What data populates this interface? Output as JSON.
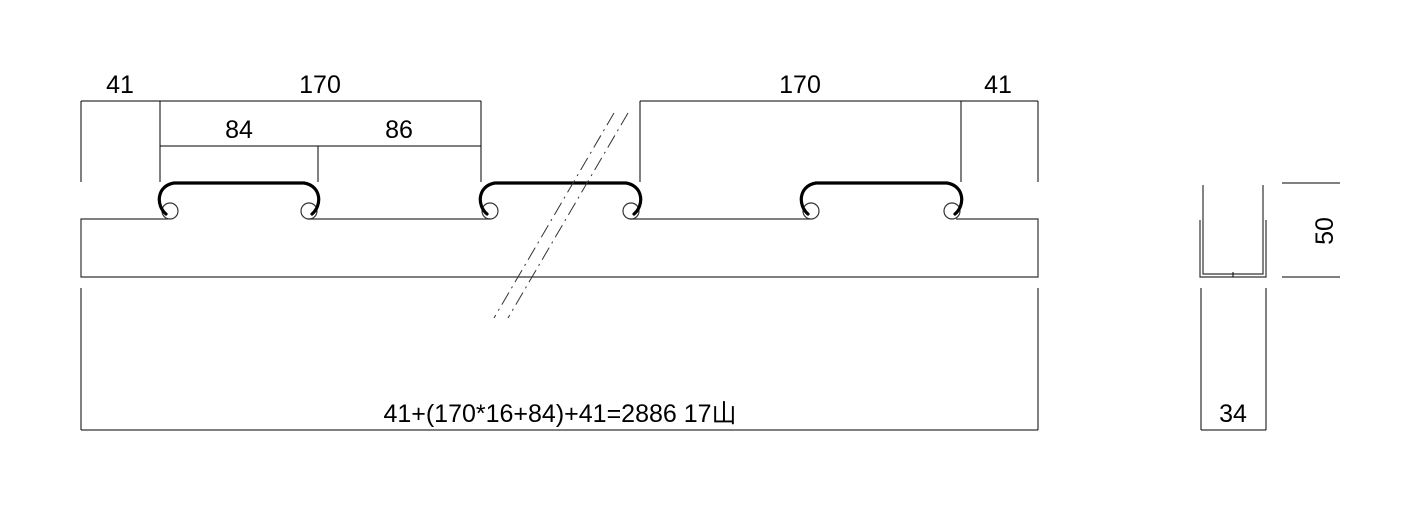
{
  "drawing": {
    "top_dimensions": {
      "left_edge": "41",
      "left_pitch": "170",
      "sub_left": "84",
      "sub_right": "86",
      "right_pitch": "170",
      "right_edge": "41"
    },
    "total_formula": "41+(170*16+84)+41=2886  17山",
    "section": {
      "height": "50",
      "width": "34"
    }
  }
}
